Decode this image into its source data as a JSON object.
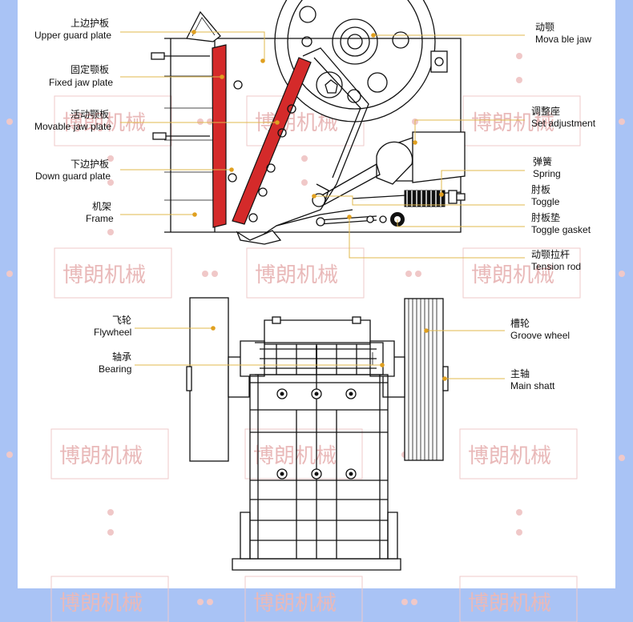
{
  "accent_color": "#e0a020",
  "plate_color": "#d42a2a",
  "background_color": "#a9c3f5",
  "watermark": "博朗机械",
  "labels": {
    "upper_guard_plate": {
      "zh": "上边护板",
      "en": "Upper guard plate"
    },
    "fixed_jaw_plate": {
      "zh": "固定颚板",
      "en": "Fixed jaw plate"
    },
    "movable_jaw_plate": {
      "zh": "活动颚板",
      "en": "Movable jaw plate"
    },
    "down_guard_plate": {
      "zh": "下边护板",
      "en": "Down guard plate"
    },
    "frame": {
      "zh": "机架",
      "en": "Frame"
    },
    "moving_jaw": {
      "zh": "动颚",
      "en": "Mova ble jaw"
    },
    "set_adjustment": {
      "zh": "调整座",
      "en": "Set adjustment"
    },
    "spring": {
      "zh": "弹簧",
      "en": "Spring"
    },
    "toggle": {
      "zh": "肘板",
      "en": "Toggle"
    },
    "toggle_gasket": {
      "zh": "肘板垫",
      "en": "Toggle gasket"
    },
    "tension_rod": {
      "zh": "动颚拉杆",
      "en": "Tension rod"
    },
    "flywheel": {
      "zh": "飞轮",
      "en": "Flywheel"
    },
    "bearing": {
      "zh": "轴承",
      "en": "Bearing"
    },
    "groove_wheel": {
      "zh": "槽轮",
      "en": "Groove wheel"
    },
    "main_shaft": {
      "zh": "主轴",
      "en": "Main shatt"
    }
  }
}
